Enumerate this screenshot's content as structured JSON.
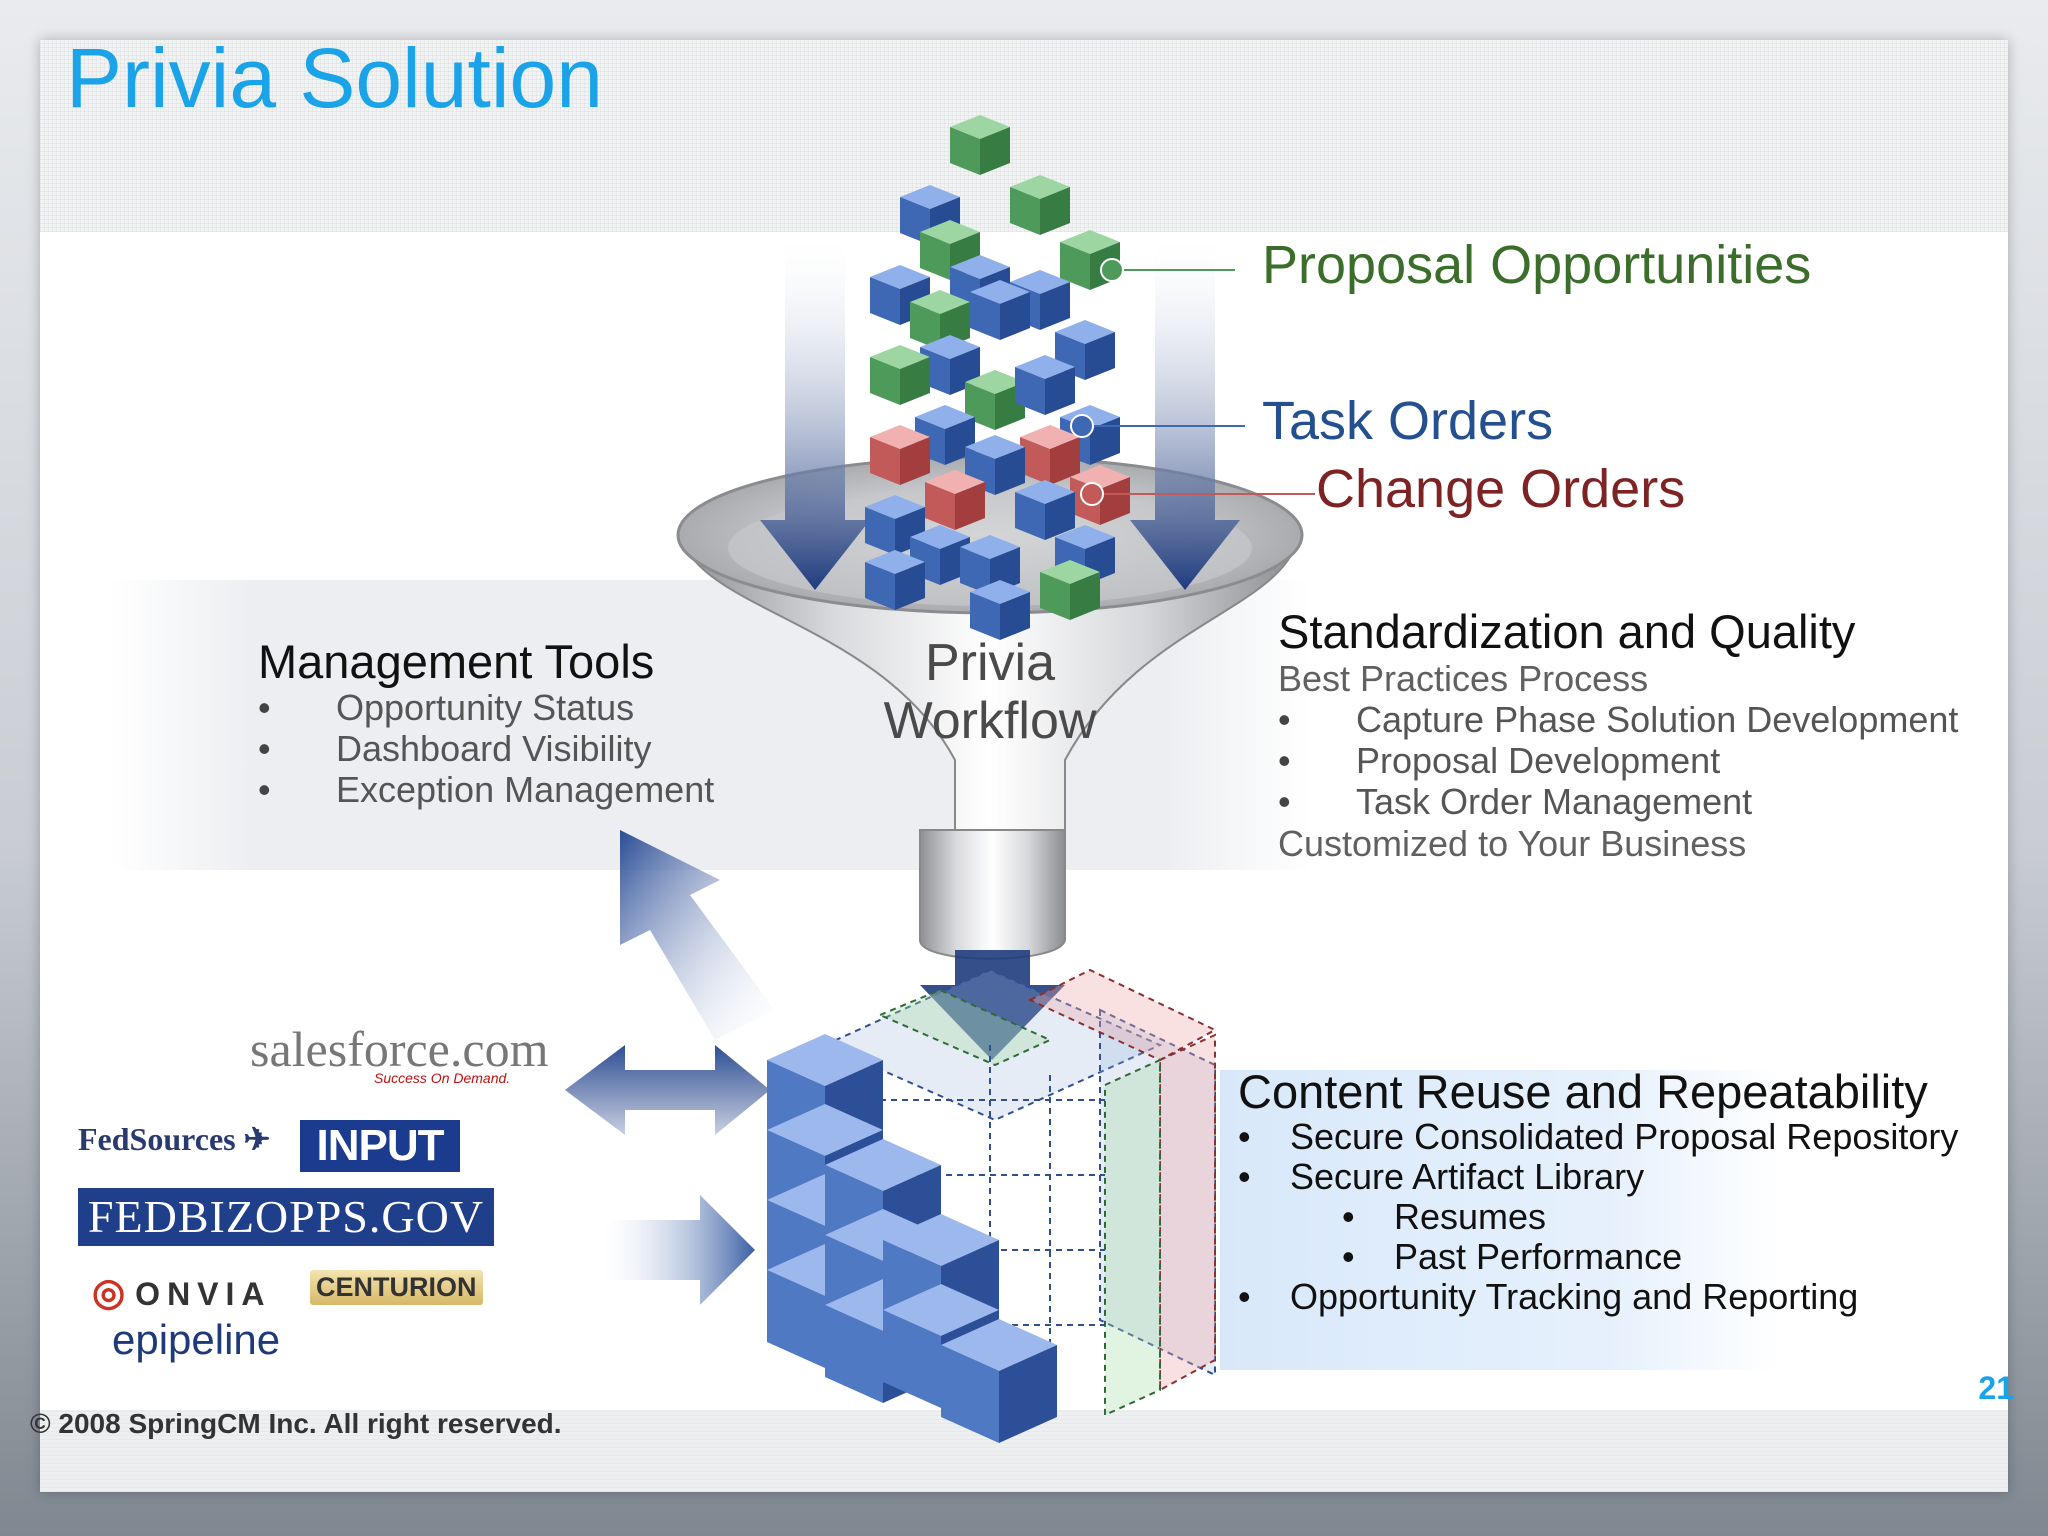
{
  "slide": {
    "title": "Privia Solution",
    "page_number": "21",
    "copyright": "© 2008 SpringCM Inc. All right reserved."
  },
  "inputs": {
    "proposal_opportunities": "Proposal Opportunities",
    "task_orders": "Task Orders",
    "change_orders": "Change Orders"
  },
  "funnel": {
    "line1": "Privia",
    "line2": "Workflow"
  },
  "management_tools": {
    "heading": "Management Tools",
    "items": [
      "Opportunity Status",
      "Dashboard Visibility",
      "Exception Management"
    ]
  },
  "standardization": {
    "heading": "Standardization and Quality",
    "subheading": "Best Practices Process",
    "items": [
      "Capture Phase Solution Development",
      "Proposal Development",
      "Task Order Management"
    ],
    "footer": "Customized to Your Business"
  },
  "content_reuse": {
    "heading": "Content Reuse and Repeatability",
    "items": [
      "Secure Consolidated Proposal Repository",
      "Secure Artifact Library",
      "Resumes",
      "Past Performance",
      "Opportunity Tracking and Reporting"
    ]
  },
  "partners": {
    "salesforce": "salesforce.com",
    "salesforce_tagline": "Success On Demand.",
    "fedsources": "FedSources",
    "input": "INPUT",
    "fedbizopps": "FEDBIZOPPS.GOV",
    "onvia": "ONVIA",
    "centurion": "CENTURION",
    "epipeline": "epipeline"
  },
  "colors": {
    "title_blue": "#1aa3e8",
    "cube_green": "#4e9a5a",
    "cube_blue": "#3f68b4",
    "cube_red": "#c25a5a",
    "arrow_navy": "#1f3c7e"
  }
}
